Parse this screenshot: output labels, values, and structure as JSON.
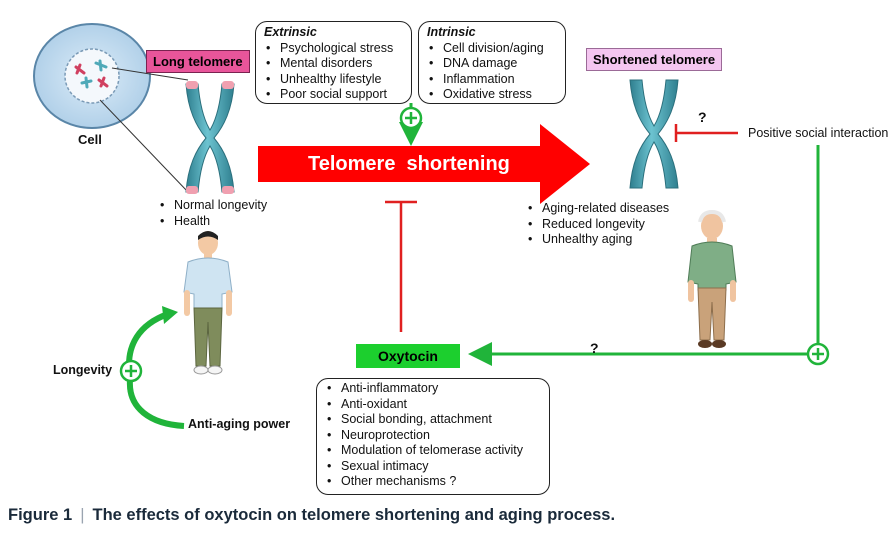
{
  "cell": {
    "label": "Cell"
  },
  "long_telomere": {
    "label": "Long telomere"
  },
  "shortened_telomere": {
    "label": "Shortened telomere"
  },
  "extrinsic": {
    "title": "Extrinsic",
    "items": [
      "Psychological stress",
      "Mental disorders",
      "Unhealthy lifestyle",
      "Poor social support"
    ]
  },
  "intrinsic": {
    "title": "Intrinsic",
    "items": [
      "Cell division/aging",
      "DNA damage",
      "Inflammation",
      "Oxidative stress"
    ]
  },
  "main_arrow": {
    "label": "Telomere  shortening"
  },
  "young_outcomes": [
    "Normal longevity",
    "Health"
  ],
  "aged_outcomes": [
    "Aging-related diseases",
    "Reduced longevity",
    "Unhealthy aging"
  ],
  "social": {
    "label": "Positive social interaction",
    "question": "?"
  },
  "oxytocin": {
    "label": "Oxytocin",
    "question": "?",
    "effects": [
      "Anti-inflammatory",
      "Anti-oxidant",
      "Social bonding, attachment",
      "Neuroprotection",
      "Modulation of telomerase activity",
      "Sexual intimacy",
      "Other mechanisms ?"
    ]
  },
  "loop": {
    "longevity": "Longevity",
    "anti_aging": "Anti-aging power"
  },
  "caption": {
    "figure": "Figure 1",
    "separator": "|",
    "text": "The effects of oxytocin on telomere shortening and aging process."
  },
  "colors": {
    "red": "#ff0000",
    "green": "#20b43a",
    "oxytocin_green": "#1ccf2e",
    "pink": "#e8559a",
    "lilac": "#f4c6f0",
    "chromosome": "#4fa9b8"
  }
}
